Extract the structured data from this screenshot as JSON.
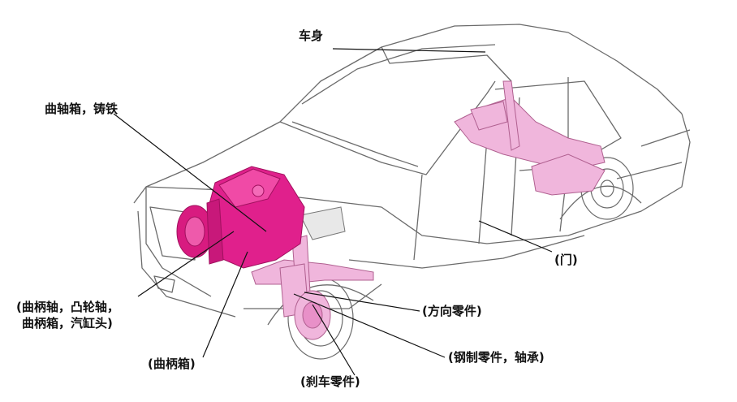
{
  "labels": {
    "body": "车身",
    "crankcase_iron": "曲轴箱，铸铁",
    "crank_cam_head_line1": "(曲柄轴，凸轮轴，",
    "crank_cam_head_line2": "曲柄箱，汽缸头)",
    "crankcase": "(曲柄箱)",
    "brake_parts": "(刹车零件)",
    "steel_parts_bearing": "(钢制零件，轴承)",
    "steering_parts": "(方向零件)",
    "door": "(门)"
  },
  "colors": {
    "outline": "#6b6b6b",
    "engine": "#e0208c",
    "chassis": "#f0b6dc",
    "leader": "#111111"
  },
  "icons": [
    "car-body-outline",
    "engine-block",
    "suspension-parts",
    "wheel"
  ]
}
